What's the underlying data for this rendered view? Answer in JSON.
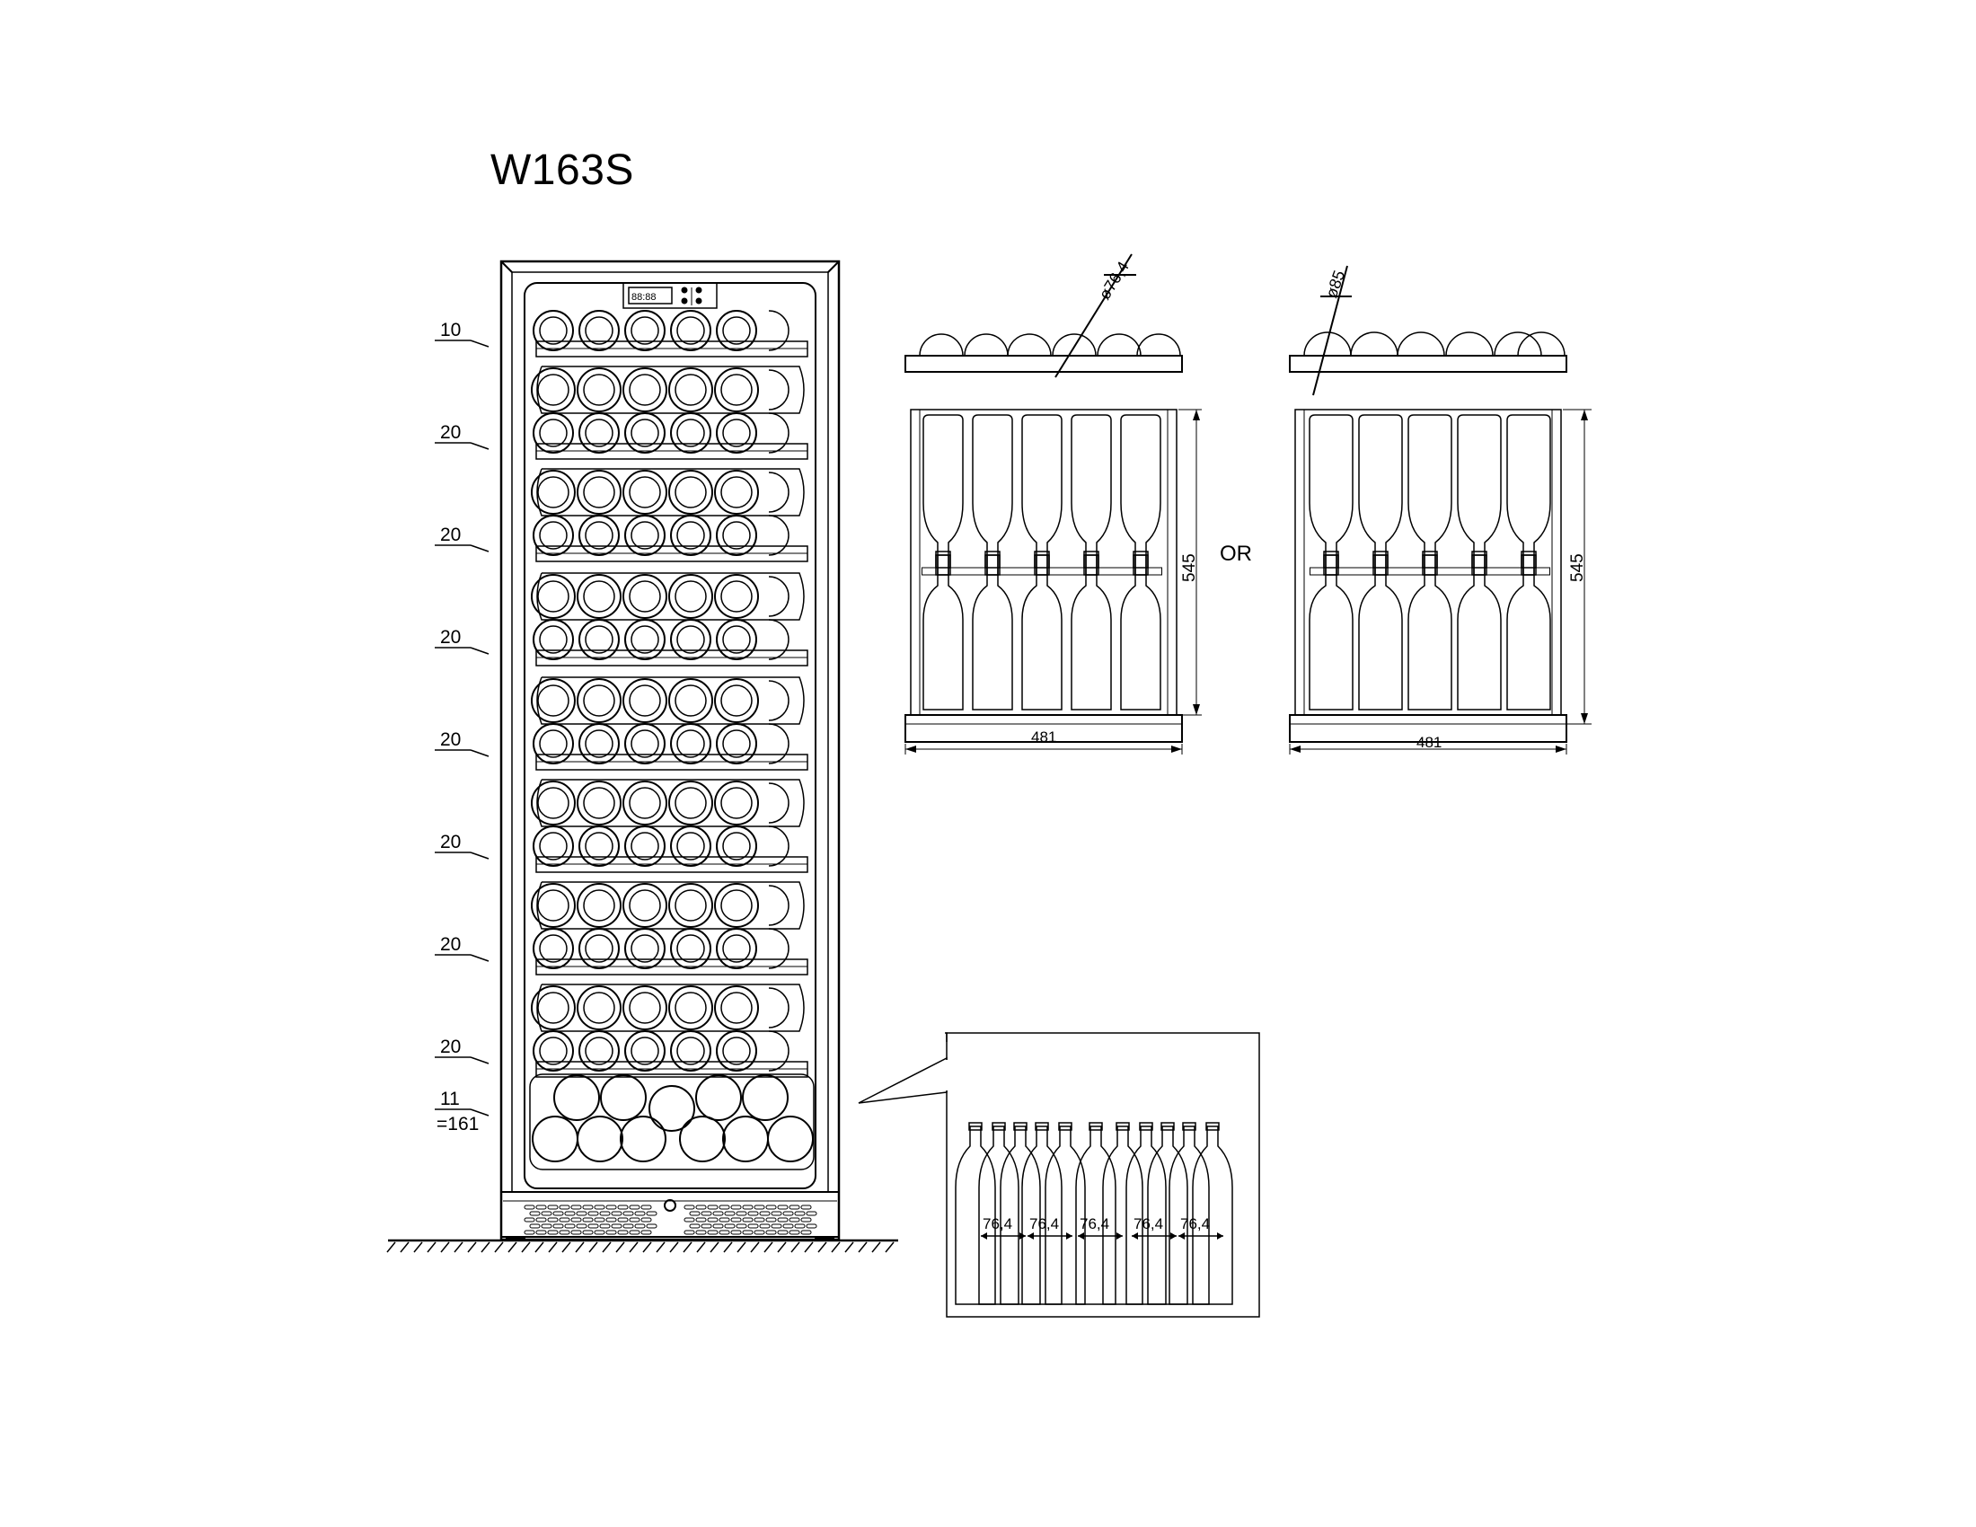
{
  "model": "W163S",
  "shelf_capacities": [
    {
      "count": "10"
    },
    {
      "count": "20"
    },
    {
      "count": "20"
    },
    {
      "count": "20"
    },
    {
      "count": "20"
    },
    {
      "count": "20"
    },
    {
      "count": "20"
    },
    {
      "count": "20"
    },
    {
      "count": "11"
    }
  ],
  "total_capacity": "=161",
  "shelf_views": [
    {
      "diameter": "ø76,4",
      "width": "481",
      "depth": "545"
    },
    {
      "diameter": "ø85",
      "width": "481",
      "depth": "545"
    }
  ],
  "or_label": "OR",
  "detail_spacings": [
    "76,4",
    "76,4",
    "76,4",
    "76,4",
    "76,4"
  ]
}
